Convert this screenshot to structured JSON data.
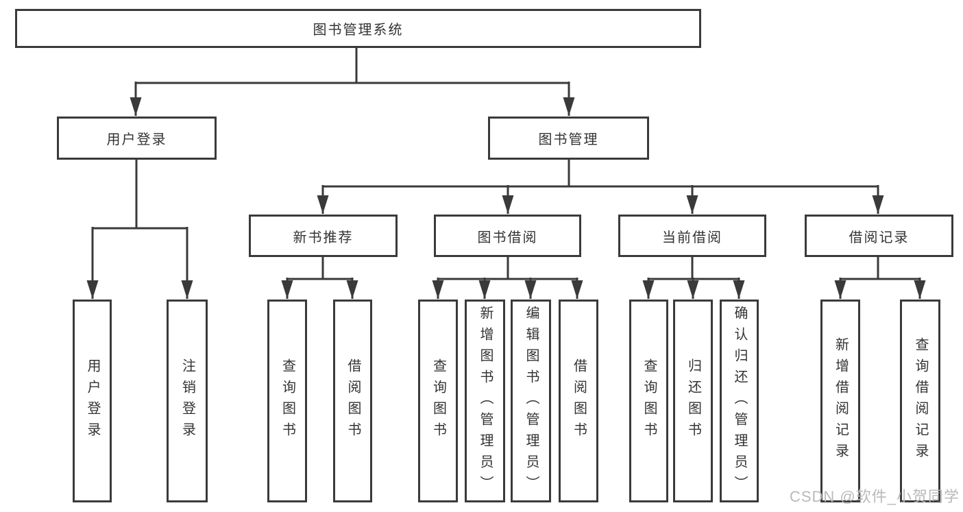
{
  "colors": {
    "line": "#3a3a3a",
    "text": "#333333",
    "watermark": "#b9b9b9",
    "background": "#ffffff"
  },
  "watermark": "CSDN @软件_小贺同学",
  "tree": {
    "root": {
      "label": "图书管理系统"
    },
    "branches": [
      {
        "label": "用户登录",
        "children": [
          {
            "label": "用户登录"
          },
          {
            "label": "注销登录"
          }
        ]
      },
      {
        "label": "图书管理",
        "children": [
          {
            "label": "新书推荐",
            "children": [
              {
                "label": "查询图书"
              },
              {
                "label": "借阅图书"
              }
            ]
          },
          {
            "label": "图书借阅",
            "children": [
              {
                "label": "查询图书"
              },
              {
                "label": "新增图书（管理员）"
              },
              {
                "label": "编辑图书（管理员）"
              },
              {
                "label": "借阅图书"
              }
            ]
          },
          {
            "label": "当前借阅",
            "children": [
              {
                "label": "查询图书"
              },
              {
                "label": "归还图书"
              },
              {
                "label": "确认归还（管理员）"
              }
            ]
          },
          {
            "label": "借阅记录",
            "children": [
              {
                "label": "新增借阅记录"
              },
              {
                "label": "查询借阅记录"
              }
            ]
          }
        ]
      }
    ]
  }
}
